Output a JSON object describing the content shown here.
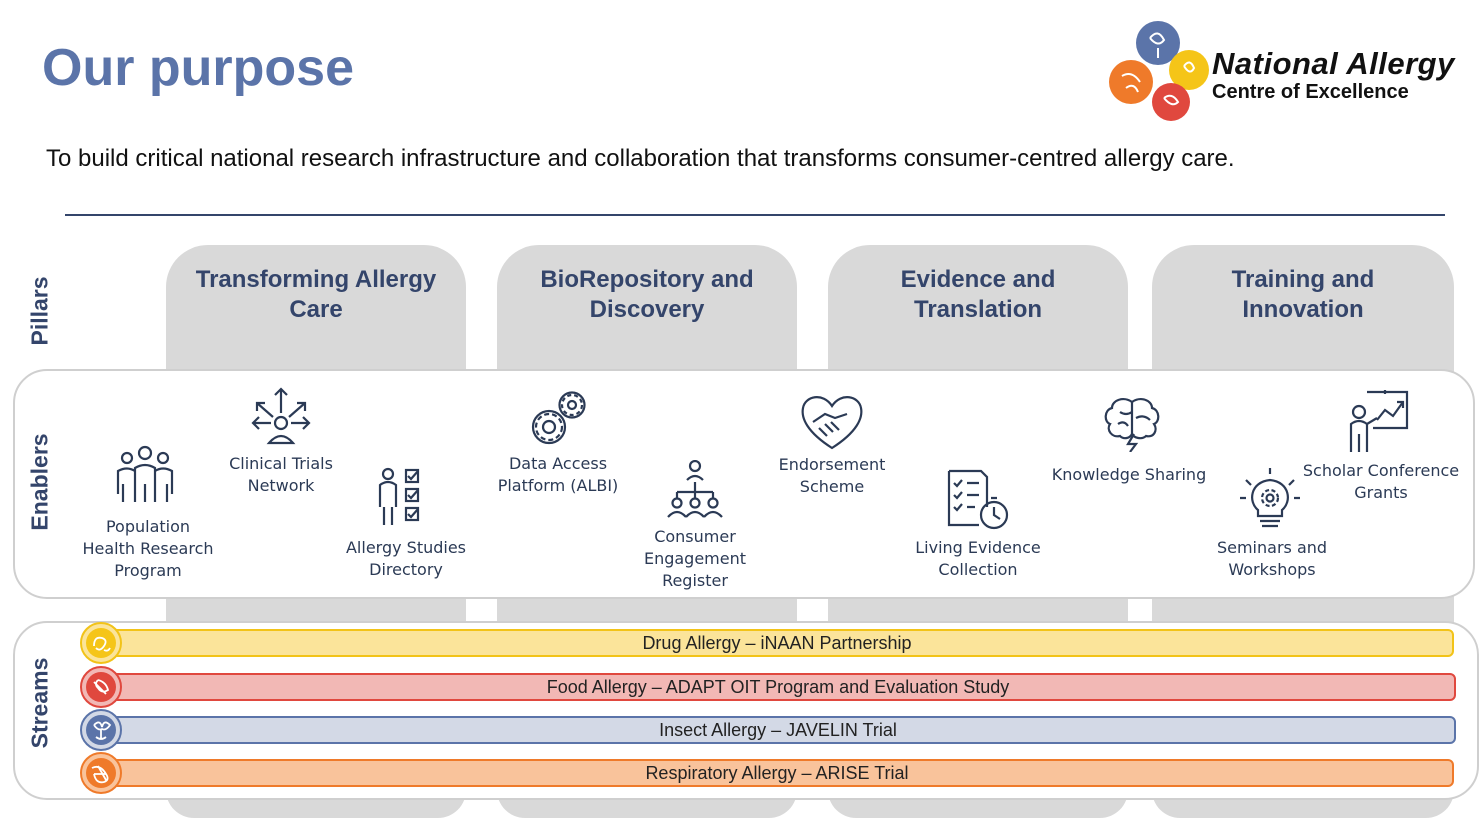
{
  "title": "Our purpose",
  "subtitle": "To build critical national research infrastructure and collaboration that transforms consumer-centred allergy care.",
  "logo": {
    "line1": "National Allergy",
    "line2": "Centre of Excellence"
  },
  "side_labels": {
    "pillars": "Pillars",
    "enablers": "Enablers",
    "streams": "Streams"
  },
  "pillars": [
    {
      "line1": "Transforming Allergy",
      "line2": "Care"
    },
    {
      "line1": "BioRepository and",
      "line2": "Discovery"
    },
    {
      "line1": "Evidence and",
      "line2": "Translation"
    },
    {
      "line1": "Training and",
      "line2": "Innovation"
    }
  ],
  "enablers": [
    {
      "line1": "Population",
      "line2": "Health Research",
      "line3": "Program",
      "icon": "people-group-icon"
    },
    {
      "line1": "Clinical Trials",
      "line2": "Network",
      "icon": "network-arrows-icon"
    },
    {
      "line1": "Allergy Studies",
      "line2": "Directory",
      "icon": "person-checklist-icon"
    },
    {
      "line1": "Data Access",
      "line2": "Platform (ALBI)",
      "icon": "gears-icon"
    },
    {
      "line1": "Consumer",
      "line2": "Engagement",
      "line3": "Register",
      "icon": "org-people-icon"
    },
    {
      "line1": "Endorsement",
      "line2": "Scheme",
      "icon": "handshake-heart-icon"
    },
    {
      "line1": "Living Evidence",
      "line2": "Collection",
      "icon": "checklist-clock-icon"
    },
    {
      "line1": "Knowledge Sharing",
      "icon": "brain-icon"
    },
    {
      "line1": "Seminars and",
      "line2": "Workshops",
      "icon": "lightbulb-gear-icon"
    },
    {
      "line1": "Scholar Conference",
      "line2": "Grants",
      "icon": "presenter-icon"
    }
  ],
  "streams": [
    {
      "label": "Drug Allergy – iNAAN Partnership",
      "fill": "#fbe49a",
      "border": "#f2c318",
      "badge": "#f5c518",
      "icon": "drug-allergy-icon"
    },
    {
      "label": "Food Allergy – ADAPT OIT Program and Evaluation Study",
      "fill": "#f2b8b5",
      "border": "#e0483e",
      "badge": "#e0483e",
      "icon": "food-allergy-icon"
    },
    {
      "label": "Insect Allergy – JAVELIN Trial",
      "fill": "#d3d9e6",
      "border": "#5b74a9",
      "badge": "#5b74a9",
      "icon": "insect-allergy-icon"
    },
    {
      "label": "Respiratory Allergy – ARISE Trial",
      "fill": "#f9c39b",
      "border": "#ef7a2a",
      "badge": "#ef7a2a",
      "icon": "respiratory-allergy-icon"
    }
  ],
  "colors": {
    "title": "#5b74a9",
    "navy": "#34456b",
    "pillar": "#d9d9d9"
  }
}
